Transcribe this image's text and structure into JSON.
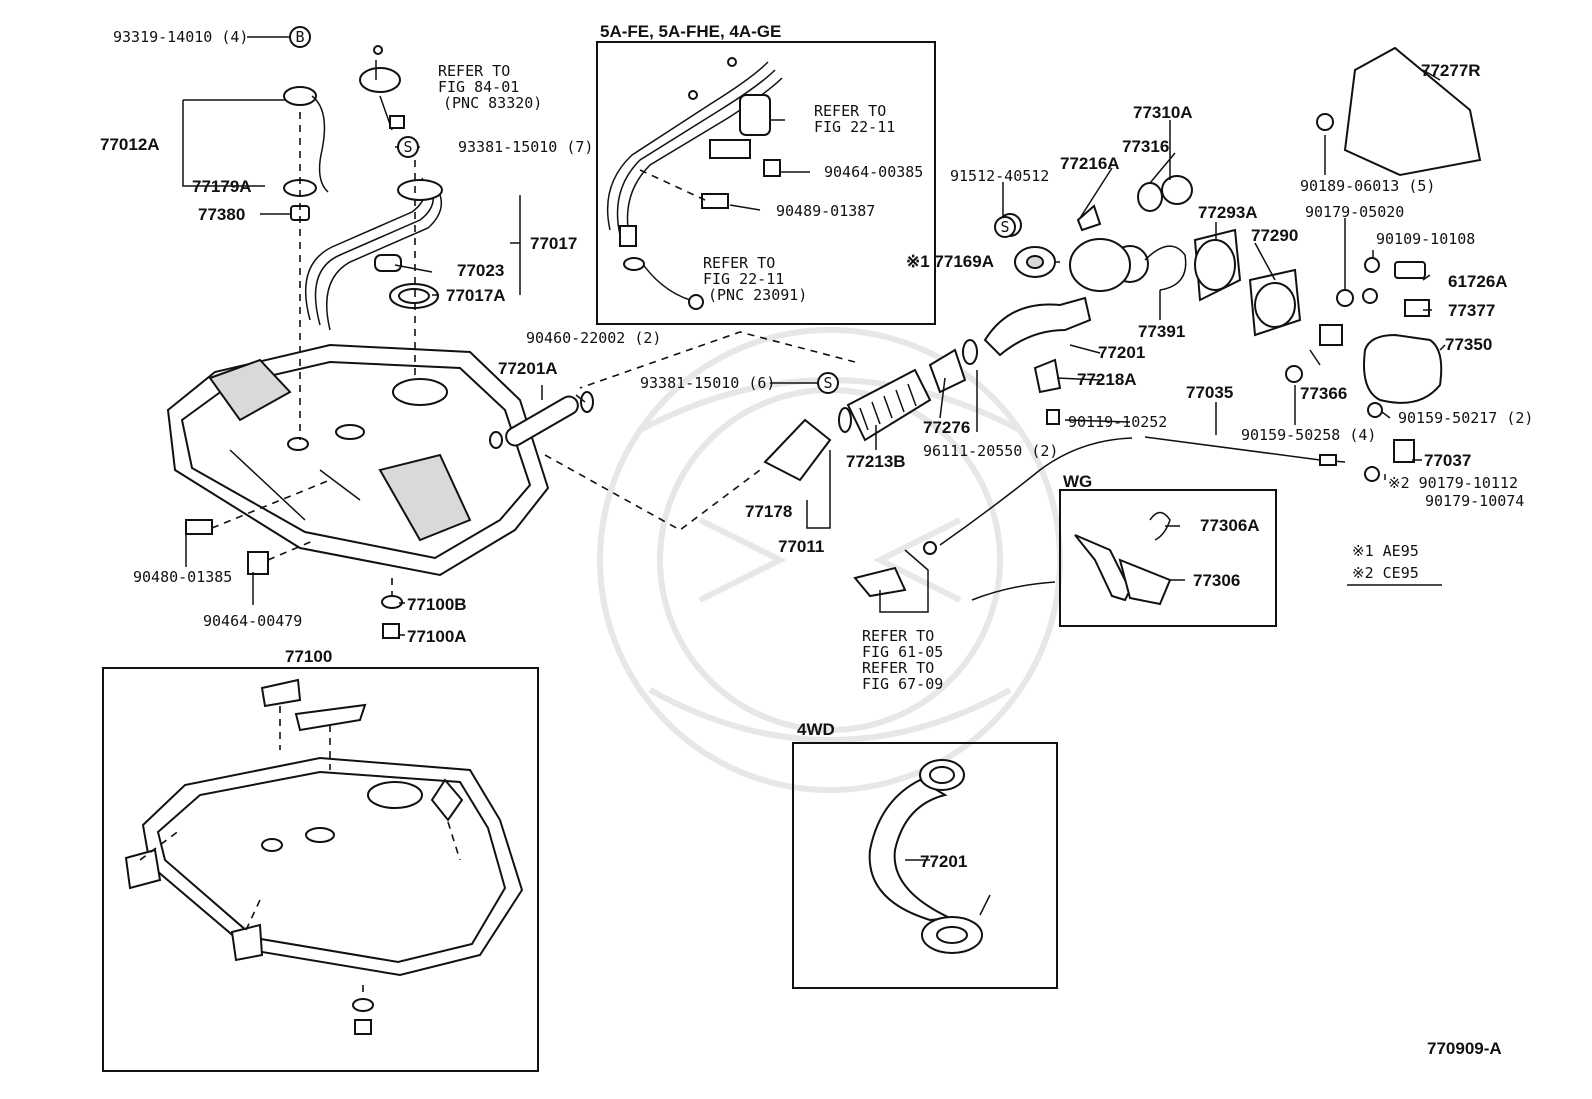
{
  "diagram": {
    "figure_code": "770909-A",
    "boxes": {
      "engine_variant_title": "5A-FE, 5A-FHE, 4A-GE",
      "engine_refer_a": [
        "REFER TO",
        "FIG 22-11"
      ],
      "engine_refer_b": [
        "REFER TO",
        "FIG 22-11",
        "(PNC 23091)"
      ],
      "wg_title": "WG",
      "awd_title": "4WD",
      "tank_assy_title": "77100"
    },
    "notes": {
      "refer_pump": [
        "REFER TO",
        "FIG 84-01",
        "(PNC 83320)"
      ],
      "refer_body": [
        "REFER TO",
        "FIG 61-05",
        "REFER TO",
        "FIG 67-09"
      ],
      "legend_1": "※1 AE95",
      "legend_2": "※2 CE95"
    },
    "symbols": {
      "b": "B",
      "s": "S"
    },
    "labels": {
      "p93319": "93319-14010 (4)",
      "p77012A": "77012A",
      "p77179A": "77179A",
      "p77380": "77380",
      "p93381_7": "93381-15010 (7)",
      "p77017": "77017",
      "p77023": "77023",
      "p77017A": "77017A",
      "p90464_00385": "90464-00385",
      "p90489": "90489-01387",
      "p90460": "90460-22002 (2)",
      "p77201A": "77201A",
      "p93381_6": "93381-15010 (6)",
      "p90480": "90480-01385",
      "p90464_00479": "90464-00479",
      "p77100B": "77100B",
      "p77100A": "77100A",
      "p77178": "77178",
      "p77011": "77011",
      "p77213B": "77213B",
      "p77276": "77276",
      "p96111": "96111-20550 (2)",
      "p91512": "91512-40512",
      "p77216A": "77216A",
      "p77310A": "77310A",
      "p77316": "77316",
      "p77169A": "※1 77169A",
      "p77201": "77201",
      "p77218A": "77218A",
      "p77391": "77391",
      "p77293A": "77293A",
      "p77290": "77290",
      "p90119": "90119-10252",
      "p77035": "77035",
      "p90189": "90189-06013 (5)",
      "p90179_05020": "90179-05020",
      "p90109": "90109-10108",
      "p77277R": "77277R",
      "p61726A": "61726A",
      "p77377": "77377",
      "p77350": "77350",
      "p77366": "77366",
      "p90159_50217": "90159-50217 (2)",
      "p90159_50258": "90159-50258 (4)",
      "p77037": "77037",
      "p90179_10112": "※2 90179-10112",
      "p90179_10074": "90179-10074",
      "p77306A": "77306A",
      "p77306": "77306",
      "p77201_4wd": "77201"
    }
  }
}
